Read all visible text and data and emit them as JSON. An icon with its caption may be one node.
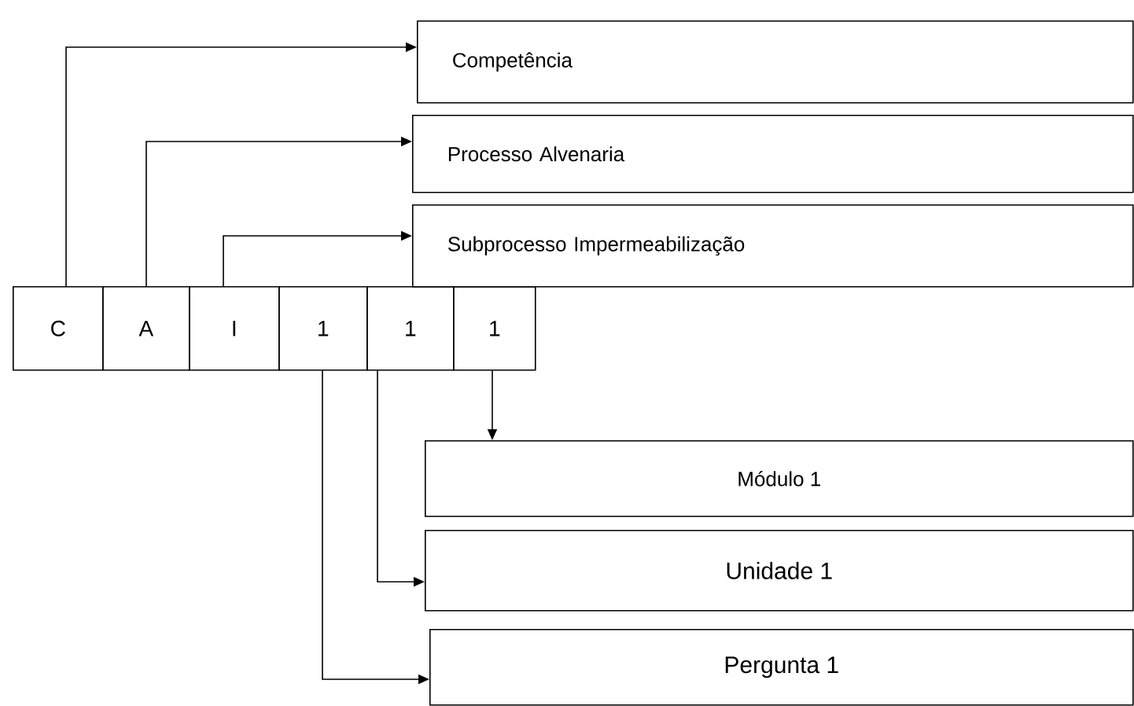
{
  "diagram": {
    "nodes": [
      {
        "text": [
          "Competência"
        ]
      },
      {
        "text": [
          "Processo Alvenaria"
        ]
      },
      {
        "text": [
          "Subprocesso Impermeabilização"
        ]
      },
      {
        "text": [
          "C"
        ]
      },
      {
        "text": [
          "A"
        ]
      },
      {
        "text": [
          "I"
        ]
      },
      {
        "text": [
          "1"
        ]
      },
      {
        "text": [
          "1"
        ]
      },
      {
        "text": [
          "1"
        ]
      },
      {
        "text": [
          "Módulo 1"
        ]
      },
      {
        "text": [
          "Unidade 1"
        ]
      },
      {
        "text": [
          "Pergunta 1"
        ]
      }
    ],
    "edges": [
      {
        "from": 3,
        "to": 0,
        "arrow": "to"
      },
      {
        "from": 4,
        "to": 1,
        "arrow": "to"
      },
      {
        "from": 5,
        "to": 2,
        "arrow": "to"
      },
      {
        "from": 8,
        "to": 9,
        "arrow": "to"
      },
      {
        "from": 7,
        "to": 10,
        "arrow": "to"
      },
      {
        "from": 6,
        "to": 11,
        "arrow": "to"
      }
    ]
  }
}
